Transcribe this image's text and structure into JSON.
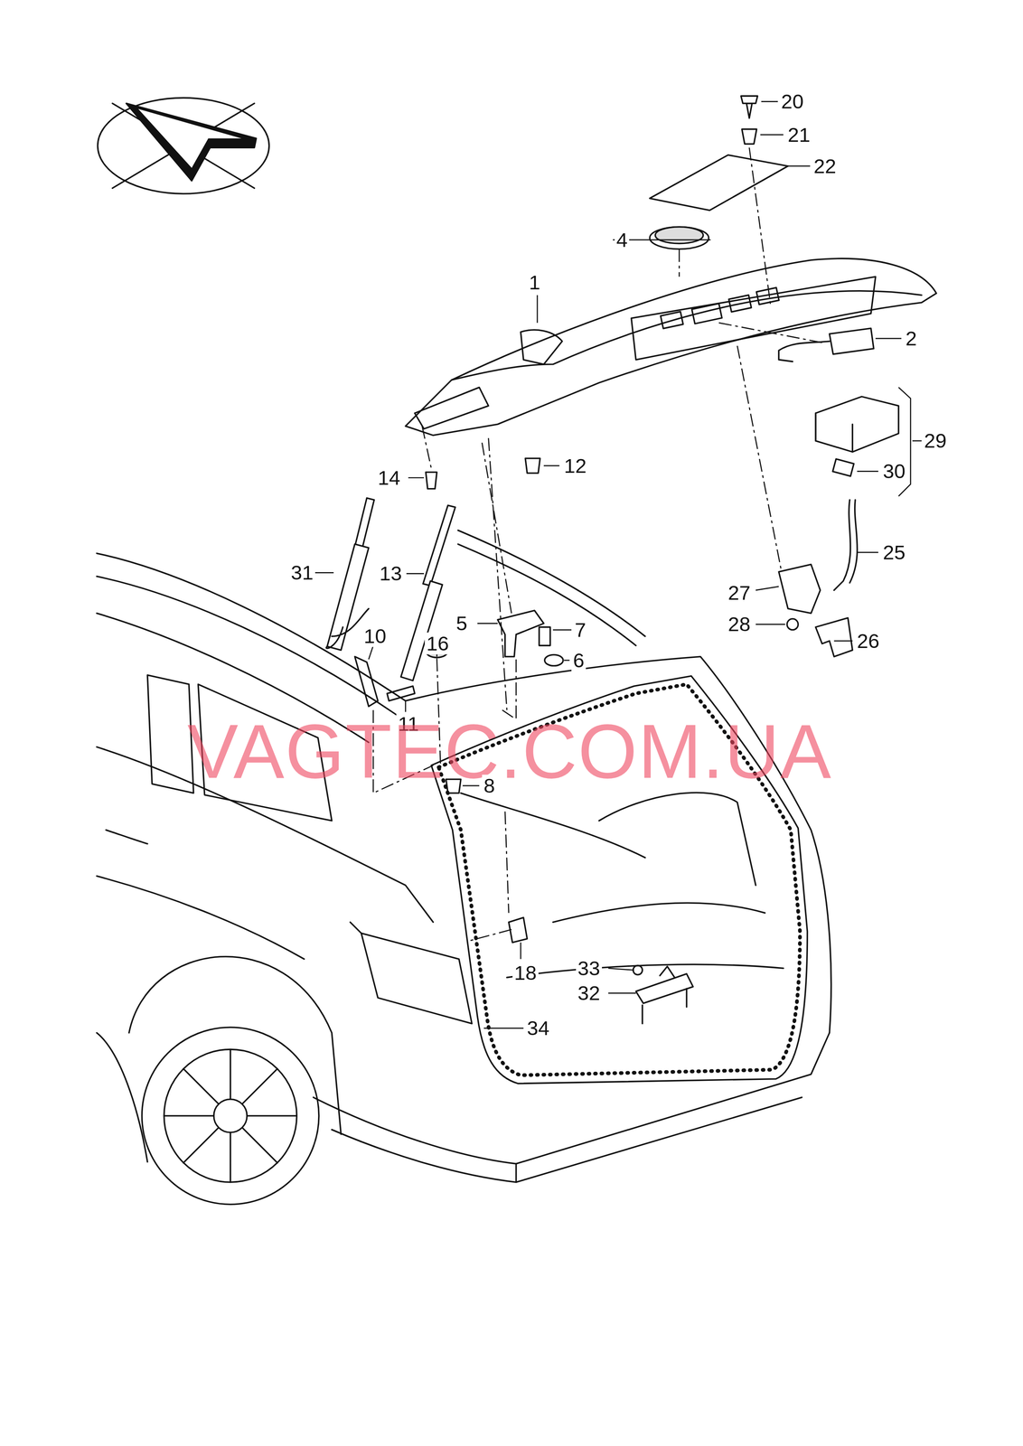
{
  "diagram": {
    "labels": [
      "20",
      "21",
      "22",
      "4",
      "1",
      "2",
      "29",
      "12",
      "14",
      "30",
      "25",
      "31",
      "13",
      "27",
      "5",
      "7",
      "28",
      "26",
      "10",
      "16",
      "6",
      "11",
      "VAGTEC.COM.UA",
      "8",
      "18",
      "33",
      "32",
      "34"
    ]
  }
}
